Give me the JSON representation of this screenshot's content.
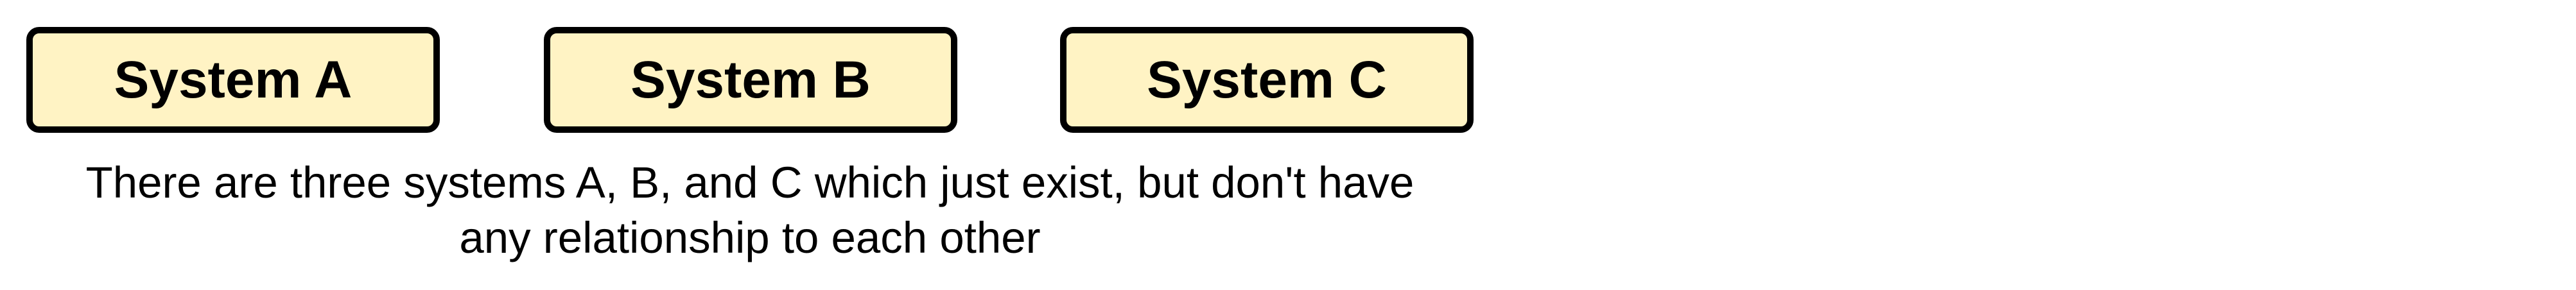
{
  "systems": [
    {
      "label": "System A"
    },
    {
      "label": "System B"
    },
    {
      "label": "System C"
    }
  ],
  "caption": {
    "line1": "There are three systems A, B, and C which just exist, but don't have",
    "line2": "any relationship to each other"
  },
  "colors": {
    "box_fill": "#fff3c4",
    "box_border": "#000000",
    "text": "#000000",
    "background": "#ffffff"
  }
}
